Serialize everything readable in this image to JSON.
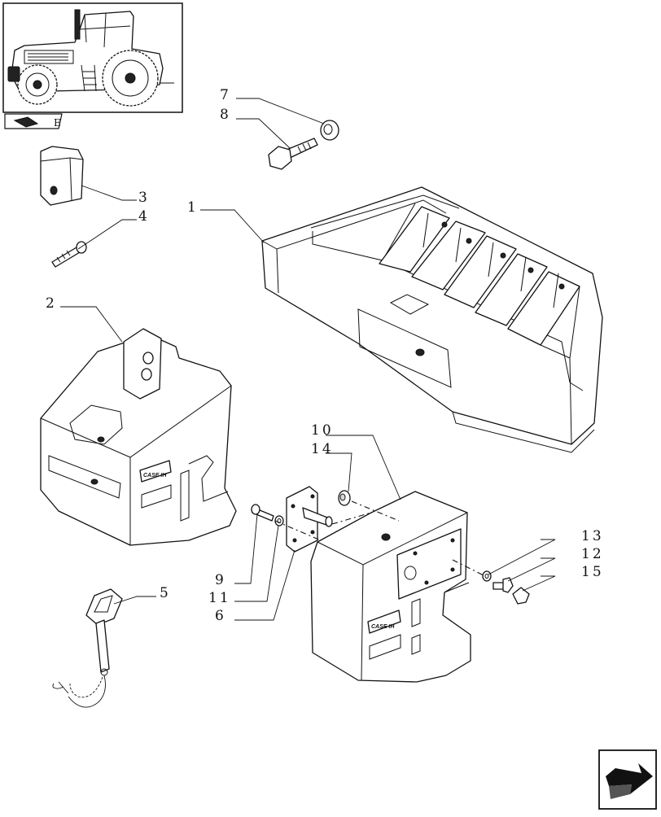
{
  "thumbnail": {
    "code": "E",
    "icon": "tractor-thumbnail-icon"
  },
  "nav": {
    "icon": "next-page-arrow-icon"
  },
  "brand": {
    "badge_text": "CASE IH"
  },
  "callouts": [
    {
      "id": "1",
      "text": "1"
    },
    {
      "id": "2",
      "text": "2"
    },
    {
      "id": "3",
      "text": "3"
    },
    {
      "id": "4",
      "text": "4"
    },
    {
      "id": "5",
      "text": "5"
    },
    {
      "id": "6",
      "text": "6"
    },
    {
      "id": "7",
      "text": "7"
    },
    {
      "id": "8",
      "text": "8"
    },
    {
      "id": "9",
      "text": "9"
    },
    {
      "id": "10",
      "text": "10"
    },
    {
      "id": "11",
      "text": "11"
    },
    {
      "id": "12",
      "text": "12"
    },
    {
      "id": "13",
      "text": "13"
    },
    {
      "id": "14",
      "text": "14"
    },
    {
      "id": "15",
      "text": "15"
    }
  ]
}
